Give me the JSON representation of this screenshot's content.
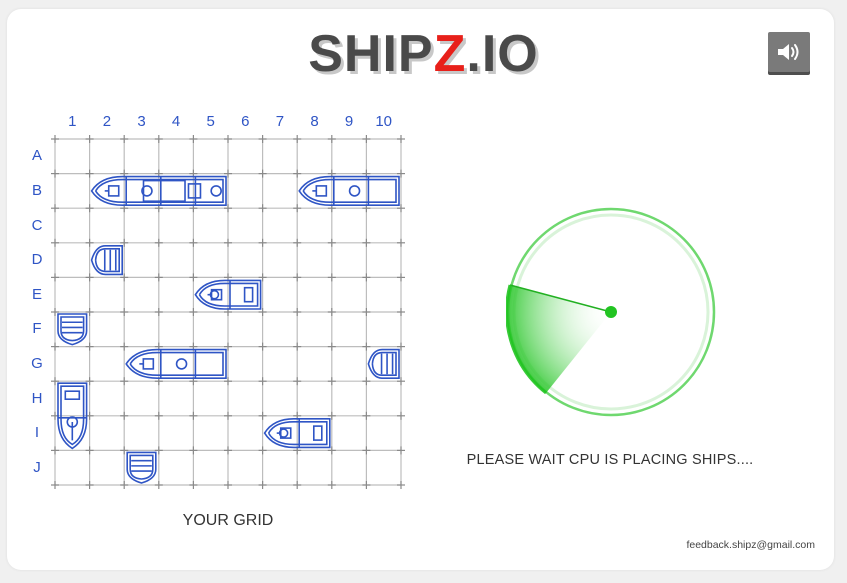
{
  "title": {
    "part1": "SHIP",
    "part2": "Z",
    "part3": ".IO"
  },
  "sound_button": {
    "icon": "speaker-icon"
  },
  "grid": {
    "columns": [
      "1",
      "2",
      "3",
      "4",
      "5",
      "6",
      "7",
      "8",
      "9",
      "10"
    ],
    "rows": [
      "A",
      "B",
      "C",
      "D",
      "E",
      "F",
      "G",
      "H",
      "I",
      "J"
    ],
    "caption": "YOUR GRID",
    "ships": [
      {
        "row": 1,
        "col": 1,
        "length": 4,
        "orientation": "horizontal"
      },
      {
        "row": 1,
        "col": 7,
        "length": 3,
        "orientation": "horizontal"
      },
      {
        "row": 3,
        "col": 1,
        "length": 1,
        "orientation": "horizontal"
      },
      {
        "row": 4,
        "col": 4,
        "length": 2,
        "orientation": "horizontal"
      },
      {
        "row": 5,
        "col": 0,
        "length": 1,
        "orientation": "vertical"
      },
      {
        "row": 6,
        "col": 2,
        "length": 3,
        "orientation": "horizontal"
      },
      {
        "row": 6,
        "col": 9,
        "length": 1,
        "orientation": "horizontal"
      },
      {
        "row": 7,
        "col": 0,
        "length": 2,
        "orientation": "vertical"
      },
      {
        "row": 8,
        "col": 6,
        "length": 2,
        "orientation": "horizontal"
      },
      {
        "row": 9,
        "col": 2,
        "length": 1,
        "orientation": "vertical"
      }
    ]
  },
  "colors": {
    "accent": "#2f55c5",
    "radar": "#22c422",
    "logo_z": "#e8201a"
  },
  "status": {
    "text": "PLEASE WAIT CPU IS PLACING SHIPS...."
  },
  "feedback": {
    "email": "feedback.shipz@gmail.com"
  }
}
